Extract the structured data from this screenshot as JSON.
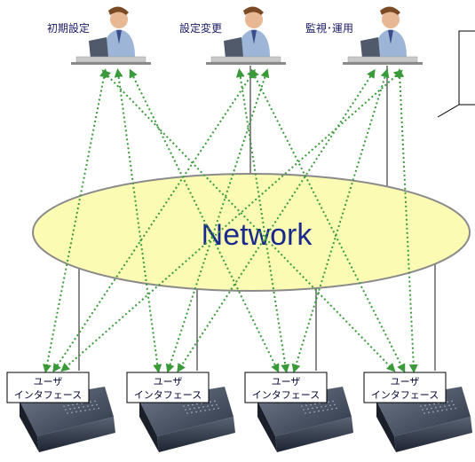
{
  "operators": [
    {
      "label": "初期設定"
    },
    {
      "label": "設定変更"
    },
    {
      "label": "監視･運用"
    }
  ],
  "network": {
    "label": "Network"
  },
  "devices": [
    {
      "label_line1": "ユーザ",
      "label_line2": "インタフェース"
    },
    {
      "label_line1": "ユーザ",
      "label_line2": "インタフェース"
    },
    {
      "label_line1": "ユーザ",
      "label_line2": "インタフェース"
    },
    {
      "label_line1": "ユーザ",
      "label_line2": "インタフェース"
    }
  ],
  "colors": {
    "network_fill": "#fbfbb4",
    "link_color": "#3a9a3a",
    "wire_color": "#8a8a8a"
  }
}
